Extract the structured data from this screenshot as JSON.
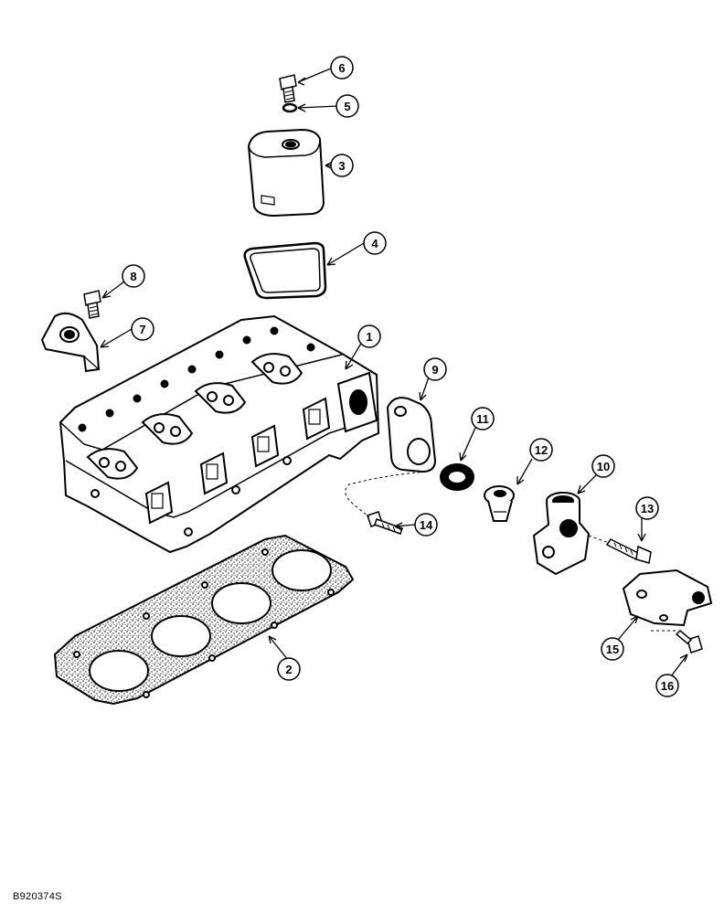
{
  "figure": {
    "code": "B920374S"
  },
  "callouts": [
    {
      "id": "c1",
      "label": "1"
    },
    {
      "id": "c2",
      "label": "2"
    },
    {
      "id": "c3",
      "label": "3"
    },
    {
      "id": "c4",
      "label": "4"
    },
    {
      "id": "c5",
      "label": "5"
    },
    {
      "id": "c6",
      "label": "6"
    },
    {
      "id": "c7",
      "label": "7"
    },
    {
      "id": "c8",
      "label": "8"
    },
    {
      "id": "c9",
      "label": "9"
    },
    {
      "id": "c10",
      "label": "10"
    },
    {
      "id": "c11",
      "label": "11"
    },
    {
      "id": "c12",
      "label": "12"
    },
    {
      "id": "c13",
      "label": "13"
    },
    {
      "id": "c14",
      "label": "14"
    },
    {
      "id": "c15",
      "label": "15"
    },
    {
      "id": "c16",
      "label": "16"
    }
  ]
}
